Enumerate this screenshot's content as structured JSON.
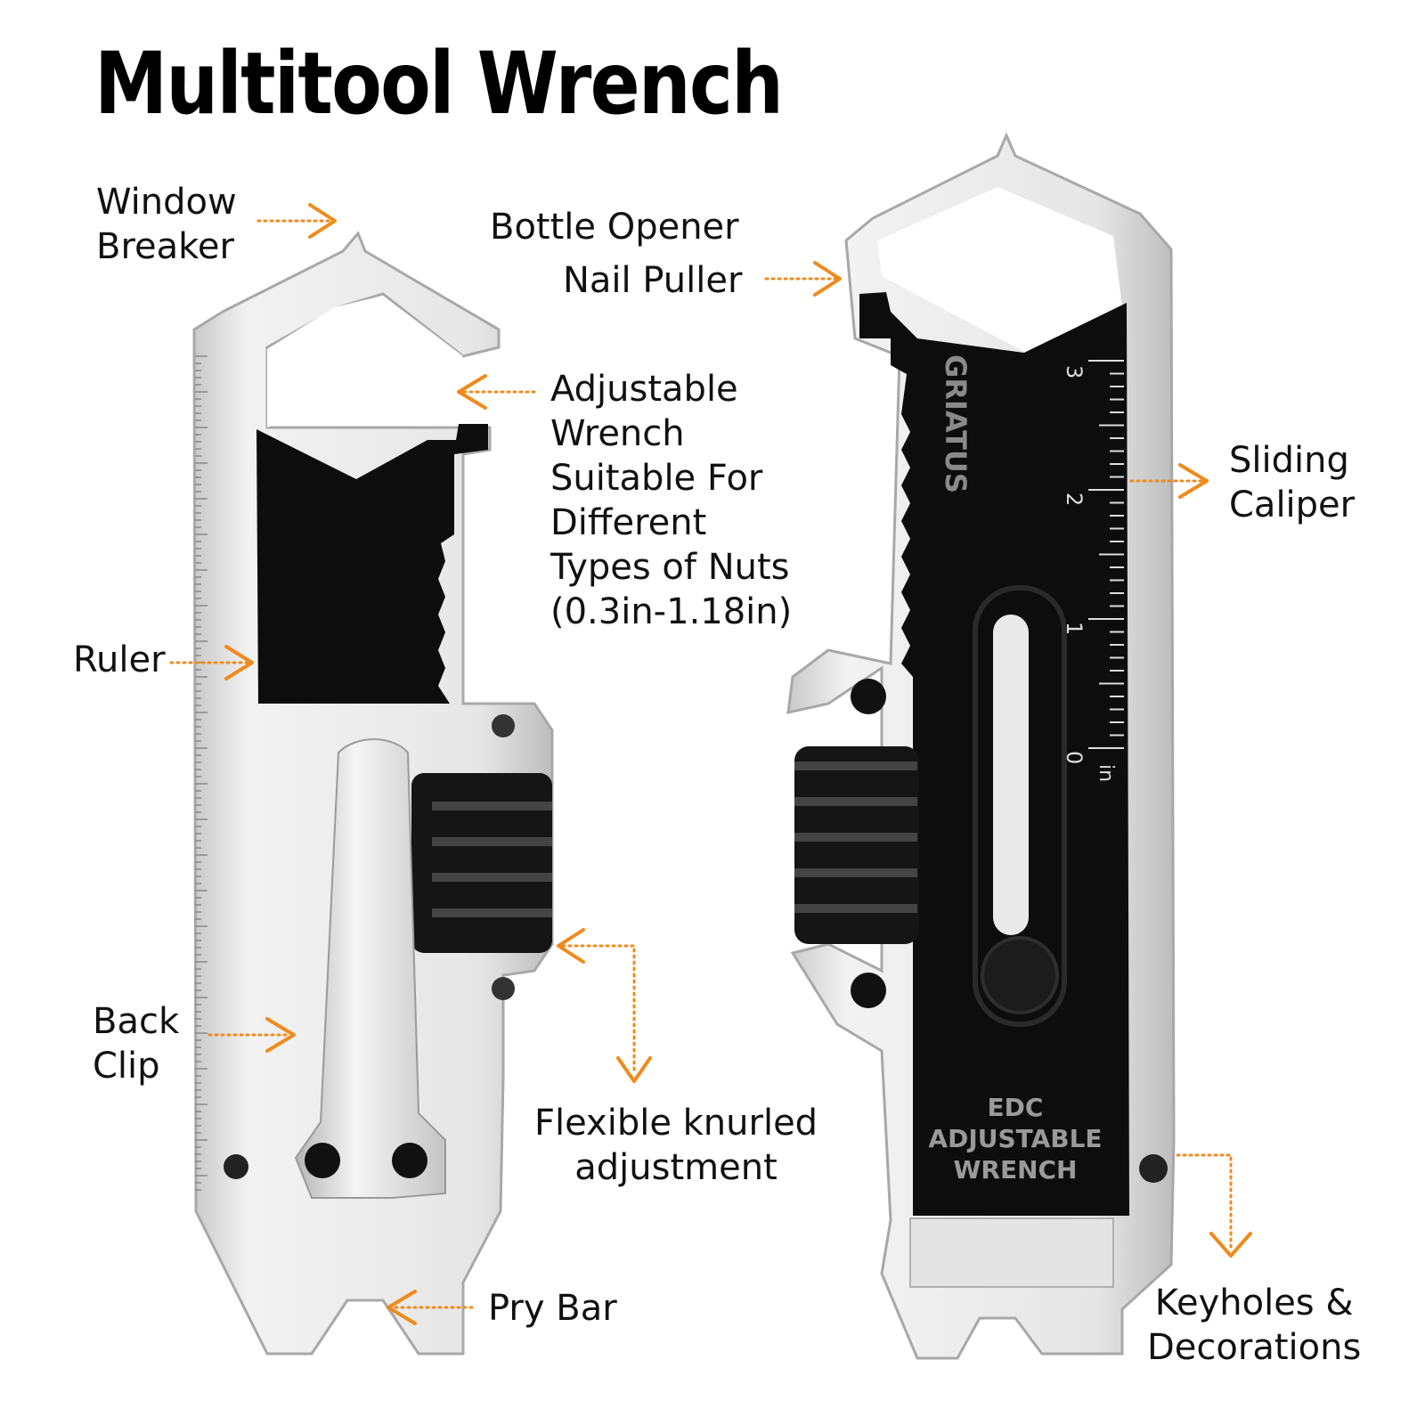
{
  "title": "Multitool Wrench",
  "colors": {
    "accent": "#f08a1c",
    "metal": "#e2e2e2",
    "black": "#0d0d0d"
  },
  "labels": {
    "window_breaker": [
      "Window",
      "Breaker"
    ],
    "bottle_opener": "Bottle Opener",
    "nail_puller": "Nail Puller",
    "adjustable_wrench": [
      "Adjustable",
      "Wrench",
      "Suitable For",
      "Different",
      "Types of Nuts",
      "(0.3in-1.18in)"
    ],
    "ruler": "Ruler",
    "sliding_caliper": [
      "Sliding",
      "Caliper"
    ],
    "back_clip": [
      "Back",
      "Clip"
    ],
    "flexible_knurled": [
      "Flexible knurled",
      "adjustment"
    ],
    "pry_bar": "Pry Bar",
    "keyholes": [
      "Keyholes &",
      "Decorations"
    ]
  },
  "product": {
    "brand": "GRIATUS",
    "engraving": [
      "EDC",
      "ADJUSTABLE",
      "WRENCH"
    ],
    "scale_numbers": [
      "3",
      "2",
      "1",
      "0"
    ],
    "scale_unit": "in"
  }
}
